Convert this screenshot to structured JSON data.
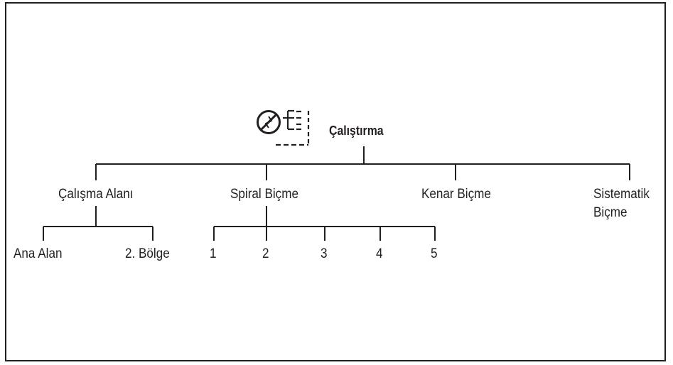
{
  "root": {
    "label": "Çalıştırma",
    "icons": [
      "blade-disabled-icon",
      "menu-list-icon"
    ]
  },
  "level1": [
    {
      "key": "calisma",
      "label": "Çalışma Alanı"
    },
    {
      "key": "spiral",
      "label": "Spiral Biçme"
    },
    {
      "key": "kenar",
      "label": "Kenar Biçme"
    },
    {
      "key": "sistematik",
      "label_line1": "Sistematik",
      "label_line2": "Biçme"
    }
  ],
  "calisma_children": [
    "Ana Alan",
    "2. Bölge"
  ],
  "spiral_children": [
    "1",
    "2",
    "3",
    "4",
    "5"
  ]
}
